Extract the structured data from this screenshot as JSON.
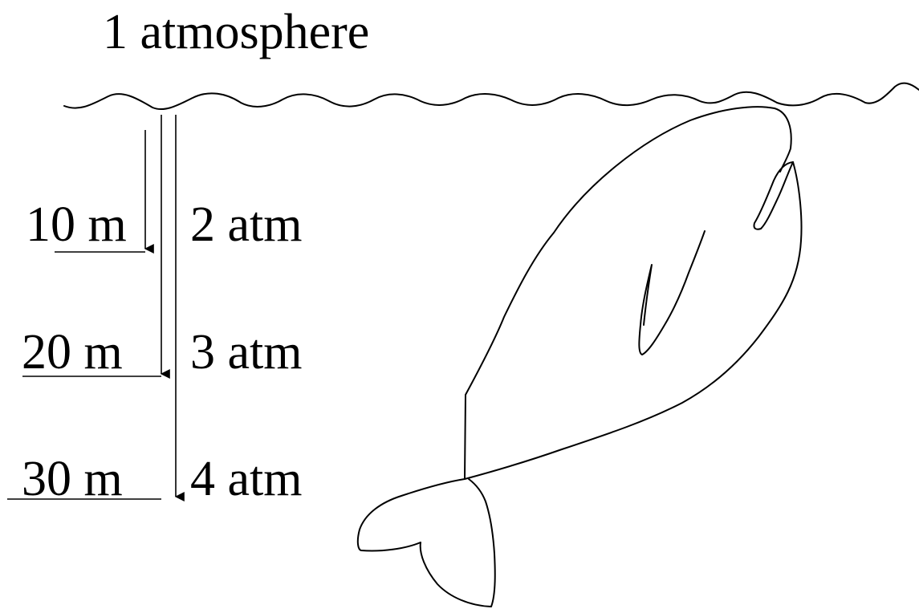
{
  "surface_label": "1 atmosphere",
  "depth_levels": [
    {
      "depth": "10 m",
      "pressure": "2 atm"
    },
    {
      "depth": "20 m",
      "pressure": "3 atm"
    },
    {
      "depth": "30 m",
      "pressure": "4 atm"
    }
  ],
  "colors": {
    "ink": "#000000",
    "background": "#ffffff"
  }
}
